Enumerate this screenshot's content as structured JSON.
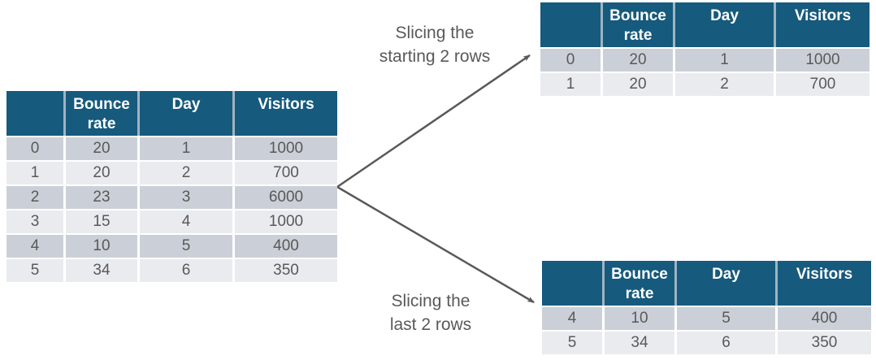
{
  "colors": {
    "header_bg": "#165a7d",
    "header_text": "#ffffff",
    "header_separator": "#9fb4c1",
    "row_dark": "#cbd0d8",
    "row_light": "#e9ebef",
    "cell_text": "#595959",
    "label_text": "#595959",
    "arrow": "#595959"
  },
  "tables": {
    "main": {
      "headers": [
        "",
        "Bounce rate",
        "Day",
        "Visitors"
      ],
      "rows": [
        [
          "0",
          "20",
          "1",
          "1000"
        ],
        [
          "1",
          "20",
          "2",
          "700"
        ],
        [
          "2",
          "23",
          "3",
          "6000"
        ],
        [
          "3",
          "15",
          "4",
          "1000"
        ],
        [
          "4",
          "10",
          "5",
          "400"
        ],
        [
          "5",
          "34",
          "6",
          "350"
        ]
      ]
    },
    "head_slice": {
      "headers": [
        "",
        "Bounce rate",
        "Day",
        "Visitors"
      ],
      "rows": [
        [
          "0",
          "20",
          "1",
          "1000"
        ],
        [
          "1",
          "20",
          "2",
          "700"
        ]
      ]
    },
    "tail_slice": {
      "headers": [
        "",
        "Bounce rate",
        "Day",
        "Visitors"
      ],
      "rows": [
        [
          "4",
          "10",
          "5",
          "400"
        ],
        [
          "5",
          "34",
          "6",
          "350"
        ]
      ]
    }
  },
  "labels": {
    "head": "Slicing the\nstarting 2 rows",
    "tail": "Slicing the\nlast 2 rows"
  }
}
